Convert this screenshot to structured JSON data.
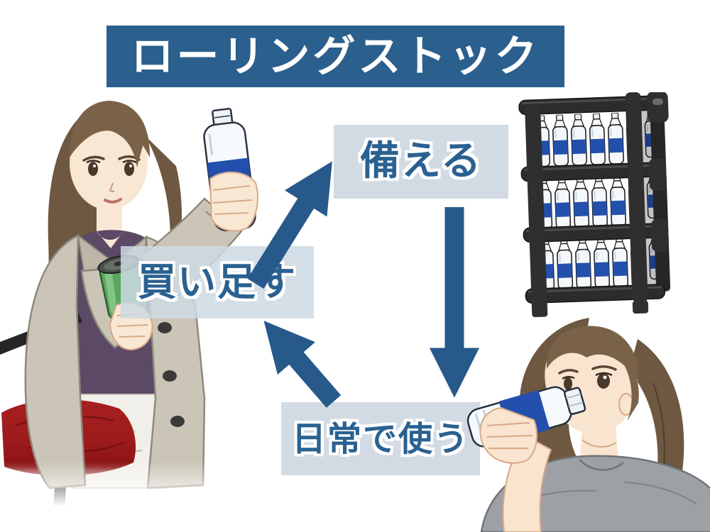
{
  "title": "ローリングストック",
  "diagram": {
    "nodes": [
      {
        "id": "prepare",
        "label": "備える"
      },
      {
        "id": "restock",
        "label": "買い足す"
      },
      {
        "id": "use-daily",
        "label": "日常で使う"
      }
    ],
    "edges": [
      {
        "from": "prepare",
        "to": "use-daily"
      },
      {
        "from": "use-daily",
        "to": "restock"
      },
      {
        "from": "restock",
        "to": "prepare"
      }
    ]
  },
  "illustrations": [
    {
      "icon": "woman-shopping-illustration",
      "description": "女性がペットボトルと缶を持って買い物"
    },
    {
      "icon": "water-bottle-shelf-illustration",
      "description": "ペットボトルを備蓄した黒いラック"
    },
    {
      "icon": "woman-drinking-illustration",
      "description": "女性がペットボトルの水を飲む"
    }
  ],
  "colors": {
    "banner_bg": "#2B5F8D",
    "banner_text": "#FFFFFF",
    "node_box_bg": "#D2DBE3",
    "node_text": "#2A6191",
    "arrow": "#27598B",
    "bottle_label_blue": "#2350AC",
    "can_green": "#57A85C",
    "bag_red": "#A7201F"
  }
}
